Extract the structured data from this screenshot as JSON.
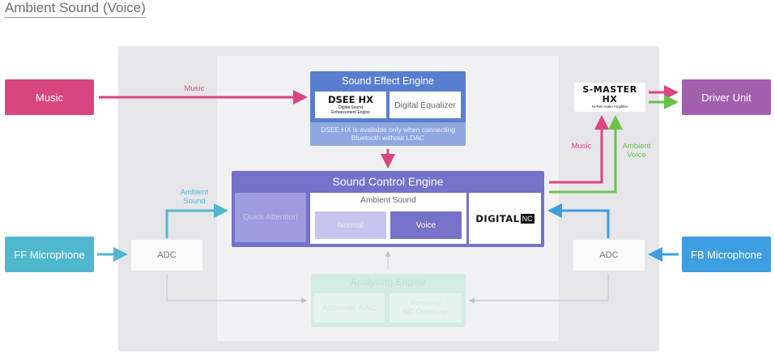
{
  "title": "Ambient Sound (Voice)",
  "inputs": {
    "music": "Music",
    "ff_microphone": "FF Microphone",
    "fb_microphone": "FB Microphone"
  },
  "outputs": {
    "driver_unit": "Driver Unit"
  },
  "adc_left": "ADC",
  "adc_right": "ADC",
  "s_master": {
    "brand": "S-MASTER HX",
    "sub": "Hi-Res Audio Amplifier"
  },
  "sound_effect_engine": {
    "title": "Sound Effect Engine",
    "dsee_brand": "DSEE HX",
    "dsee_sub_1": "Digital Sound",
    "dsee_sub_2": "Enhancement Engine",
    "equalizer": "Digital Equalizer",
    "note": "DSEE HX is available only when connecting Bluetooth without LDAC"
  },
  "sound_control_engine": {
    "title": "Sound Control Engine",
    "quick_attention": "Quick Attention",
    "ambient_sound": "Ambient Sound",
    "normal": "Normal",
    "voice": "Voice",
    "digital_nc_brand": "DIGITAL",
    "digital_nc_mark": "NC"
  },
  "analyzing_engine": {
    "title": "Analyzing Engine",
    "automatic_ainc": "Automatic AINC",
    "personal_nc_1": "Personal",
    "personal_nc_2": "NC Optimizer"
  },
  "labels": {
    "music_top": "Music",
    "ambient_sound_1": "Ambient",
    "ambient_sound_2": "Sound",
    "music_right": "Music",
    "ambient_voice_1": "Ambient",
    "ambient_voice_2": "Voice"
  },
  "colors": {
    "music": "#d9467f",
    "driver": "#a15fae",
    "ff_mic": "#4fb8cf",
    "fb_mic": "#3e9edf",
    "ambient_green": "#6cc24a",
    "sound_effect": "#5a7ecf",
    "sound_control": "#7472c9"
  }
}
